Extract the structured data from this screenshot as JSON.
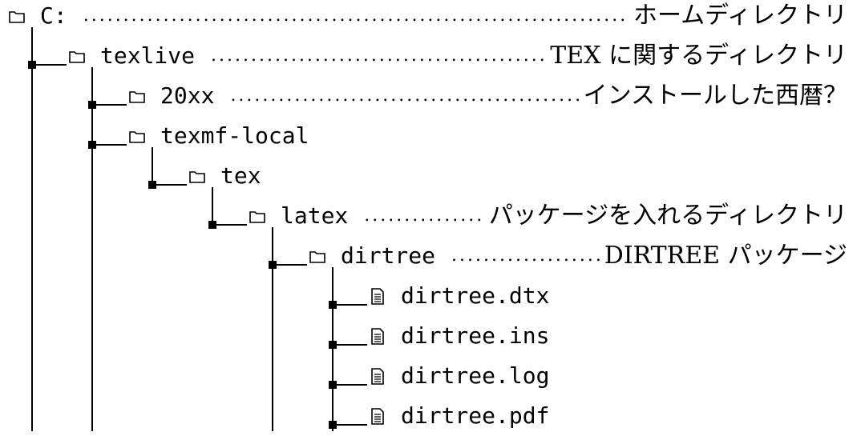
{
  "tree": {
    "nodes": [
      {
        "name": "C:",
        "type": "folder",
        "depth": 0,
        "desc": "ホームディレクトリ"
      },
      {
        "name": "texlive",
        "type": "folder",
        "depth": 1,
        "desc": "TEX に関するディレクトリ"
      },
      {
        "name": "20xx",
        "type": "folder",
        "depth": 2,
        "desc": "インストールした西暦？"
      },
      {
        "name": "texmf-local",
        "type": "folder",
        "depth": 2,
        "desc": ""
      },
      {
        "name": "tex",
        "type": "folder",
        "depth": 3,
        "desc": ""
      },
      {
        "name": "latex",
        "type": "folder",
        "depth": 4,
        "desc": "パッケージを入れるディレクトリ"
      },
      {
        "name": "dirtree",
        "type": "folder",
        "depth": 5,
        "desc": "DIRTREE パッケージ"
      },
      {
        "name": "dirtree.dtx",
        "type": "file",
        "depth": 6,
        "desc": ""
      },
      {
        "name": "dirtree.ins",
        "type": "file",
        "depth": 6,
        "desc": ""
      },
      {
        "name": "dirtree.log",
        "type": "file",
        "depth": 6,
        "desc": ""
      },
      {
        "name": "dirtree.pdf",
        "type": "file",
        "depth": 6,
        "desc": ""
      }
    ],
    "icons": {
      "folder": "folder-icon",
      "file": "file-icon"
    }
  }
}
